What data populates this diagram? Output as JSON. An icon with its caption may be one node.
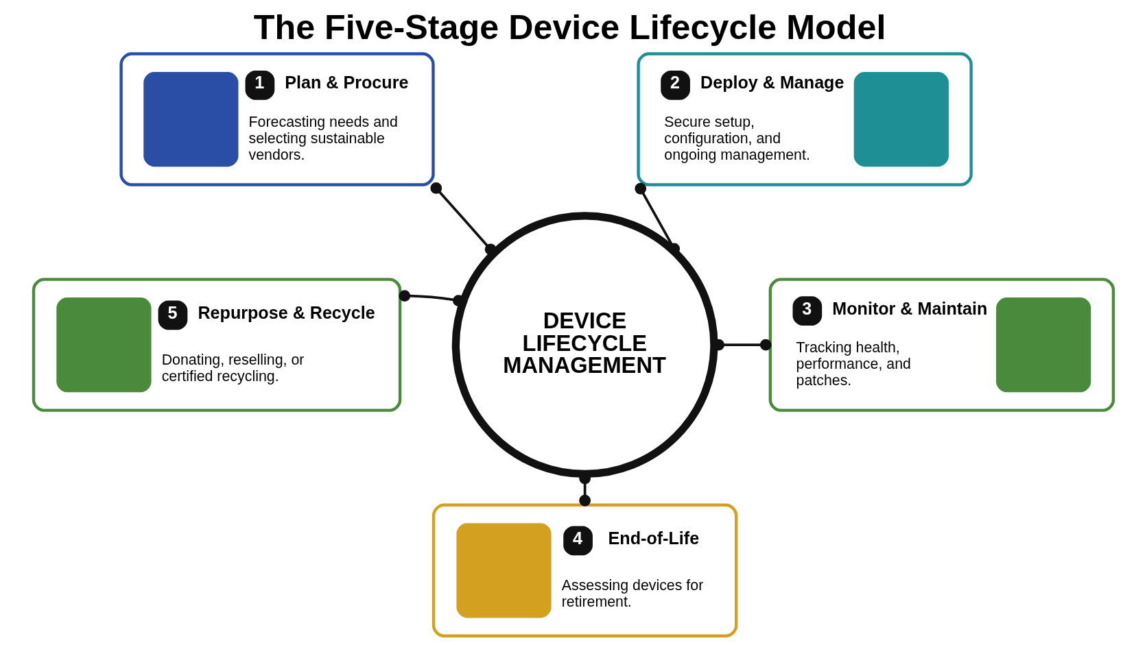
{
  "diagram": {
    "title": "The Five-Stage Device Lifecycle Model",
    "nodes": [
      {
        "text": [
          "1",
          "Plan & Procure",
          "Forecasting needs and selecting sustainable vendors."
        ]
      },
      {
        "text": [
          "DEVICE LIFECYCLE MANAGEMENT"
        ]
      },
      {
        "text": [
          "2",
          "Deploy & Manage",
          "Secure setup, configuration, and ongoing management."
        ]
      },
      {
        "text": [
          "5",
          "Repurpose & Recycle",
          "Donating, reselling, or certified recycling."
        ]
      },
      {
        "text": [
          "3",
          "Monitor & Maintain",
          "Tracking health, performance, and patches."
        ]
      },
      {
        "text": [
          "4",
          "End-of-Life",
          "Assessing devices for retirement."
        ]
      }
    ],
    "edges": [
      {
        "from": 1,
        "to": 0,
        "arrow": "other"
      },
      {
        "from": 1,
        "to": 2,
        "arrow": "other"
      },
      {
        "from": 1,
        "to": 3,
        "arrow": "other"
      },
      {
        "from": 1,
        "to": 4,
        "arrow": "other"
      },
      {
        "from": 1,
        "to": 5,
        "arrow": "other"
      }
    ]
  }
}
